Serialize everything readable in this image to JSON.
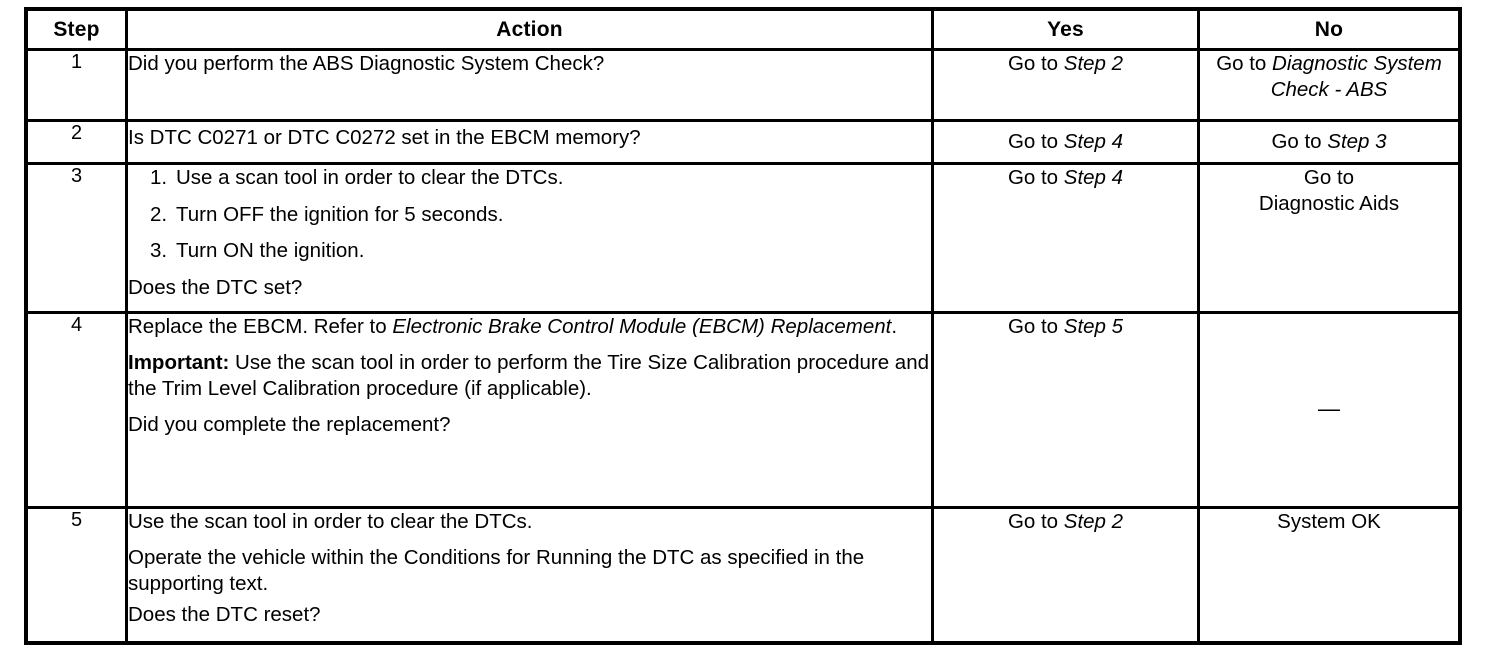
{
  "table": {
    "headers": {
      "step": "Step",
      "action": "Action",
      "yes": "Yes",
      "no": "No"
    },
    "rows": [
      {
        "step": "1",
        "action": {
          "paragraphs": [
            "Did you perform the ABS Diagnostic System Check?"
          ]
        },
        "yes": {
          "lead": "Go to ",
          "ref": "Step 2"
        },
        "no": {
          "lead": "Go to ",
          "ref": "Diagnostic System Check - ABS"
        }
      },
      {
        "step": "2",
        "action": {
          "paragraphs": [
            "Is DTC C0271 or DTC C0272 set in the EBCM memory?"
          ]
        },
        "yes": {
          "lead": "Go to ",
          "ref": "Step 4"
        },
        "no": {
          "lead": "Go to ",
          "ref": "Step 3"
        }
      },
      {
        "step": "3",
        "action": {
          "list": [
            {
              "num": "1.",
              "text": "Use a scan tool in order to clear the DTCs."
            },
            {
              "num": "2.",
              "text": "Turn OFF the ignition for 5 seconds."
            },
            {
              "num": "3.",
              "text": "Turn ON the ignition."
            }
          ],
          "question": "Does the DTC set?"
        },
        "yes": {
          "lead": "Go to ",
          "ref": "Step 4"
        },
        "no": {
          "lead": "Go to",
          "plain_second_line": "Diagnostic Aids"
        }
      },
      {
        "step": "4",
        "action": {
          "p1_lead": "Replace the EBCM. Refer to ",
          "p1_ref": "Electronic Brake Control Module (EBCM) Replacement",
          "p1_tail": ".",
          "p2_bold": "Important:",
          "p2_text": " Use the scan tool in order to perform the Tire Size Calibration procedure and the Trim Level Calibration procedure (if applicable).",
          "question": "Did you complete the replacement?"
        },
        "yes": {
          "lead": "Go to ",
          "ref": "Step 5"
        },
        "no": {
          "dash": "—"
        }
      },
      {
        "step": "5",
        "action": {
          "p1": "Use the scan tool in order to clear the DTCs.",
          "p2": "Operate the vehicle within the Conditions for Running the DTC as specified in the supporting text.",
          "question": "Does the DTC reset?"
        },
        "yes": {
          "lead": "Go to ",
          "ref": "Step 2"
        },
        "no": {
          "plain": "System OK"
        }
      }
    ]
  },
  "colors": {
    "ink": "#000000",
    "paper": "#ffffff"
  }
}
